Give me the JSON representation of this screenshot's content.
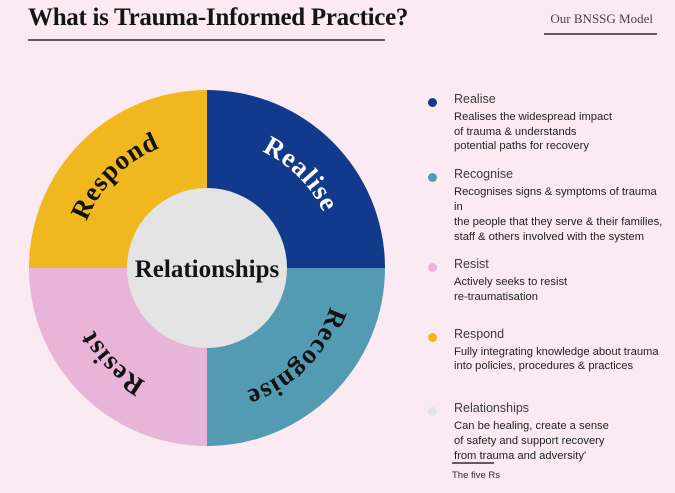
{
  "header": {
    "title": "What is Trauma-Informed Practice?",
    "brand": "Our BNSSG Model"
  },
  "colors": {
    "background": "#fbeaf2",
    "realise": "#123a8c",
    "recognise": "#539bb3",
    "resist": "#e8b4d8",
    "respond": "#f0b81e",
    "relationships": "#e4e4e4",
    "rule": "#6b5560"
  },
  "donut": {
    "center_label": "Relationships",
    "segments": [
      {
        "name": "realise",
        "label": "Realise",
        "color": "#123a8c",
        "text_color": "light"
      },
      {
        "name": "recognise",
        "label": "Recognise",
        "color": "#539bb3",
        "text_color": "dark"
      },
      {
        "name": "resist",
        "label": "Resist",
        "color": "#e8b4d8",
        "text_color": "dark"
      },
      {
        "name": "respond",
        "label": "Respond",
        "color": "#f0b81e",
        "text_color": "dark"
      }
    ]
  },
  "legend": {
    "items": [
      {
        "title": "Realise",
        "color": "#123a8c",
        "description": "Realises the widespread impact\nof trauma & understands\npotential paths for recovery"
      },
      {
        "title": "Recognise",
        "color": "#539bb3",
        "description": "Recognises signs & symptoms of trauma in\nthe people that they serve & their families,\nstaff & others involved with the system"
      },
      {
        "title": "Resist",
        "color": "#e8b4d8",
        "description": "Actively seeks to resist\nre-traumatisation"
      },
      {
        "title": "Respond",
        "color": "#f0b81e",
        "description": "Fully integrating knowledge about trauma\ninto policies, procedures & practices"
      },
      {
        "title": "Relationships",
        "color": "#e4e4e4",
        "description": "Can be healing, create a sense\nof safety and support recovery\nfrom trauma and adversity'"
      }
    ]
  },
  "footnote": {
    "text": "The five Rs"
  }
}
